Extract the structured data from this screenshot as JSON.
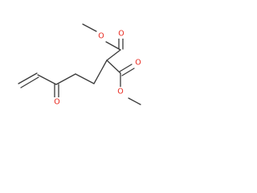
{
  "molecule": {
    "atoms": [
      {
        "element": "O",
        "label": "O",
        "color": "#e8271d"
      },
      {
        "element": "O",
        "label": "O",
        "color": "#e8271d"
      },
      {
        "element": "O",
        "label": "O",
        "color": "#e8271d"
      },
      {
        "element": "O",
        "label": "O",
        "color": "#e8271d"
      },
      {
        "element": "O",
        "label": "O",
        "color": "#e8271d"
      }
    ],
    "bond_color": "#3a3a3a"
  }
}
